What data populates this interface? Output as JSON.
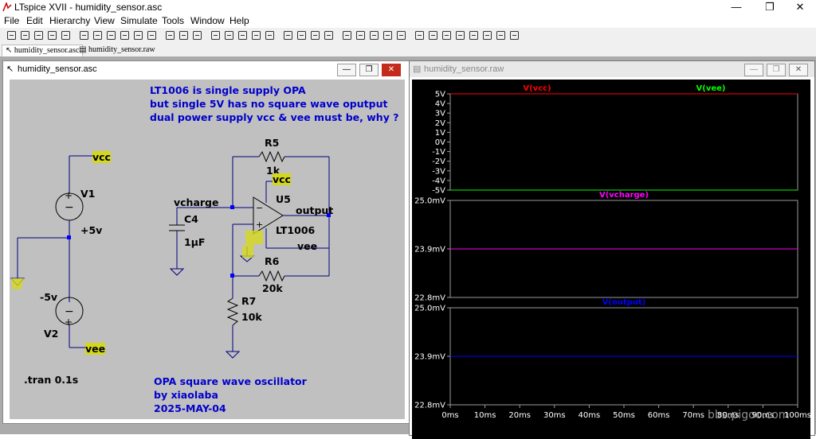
{
  "app": {
    "title": "LTspice XVII - humidity_sensor.asc"
  },
  "window_controls": {
    "minimize": "—",
    "maximize": "❐",
    "close": "✕"
  },
  "menu": [
    "File",
    "Edit",
    "Hierarchy",
    "View",
    "Simulate",
    "Tools",
    "Window",
    "Help"
  ],
  "toolbar_icons": [
    "run-icon",
    "open-icon",
    "save-icon",
    "control-panel-icon",
    "halt-icon",
    "pan-icon",
    "zoom-in-icon",
    "zoom-out-icon",
    "zoom-fit-icon",
    "zoom-cancel-icon",
    "autorange-icon",
    "tile-horizontal-icon",
    "tile-vertical-icon",
    "cascade-icon",
    "cut-icon",
    "copy-icon",
    "paste-icon",
    "find-icon",
    "print-setup-icon",
    "print-icon",
    "pencil-icon",
    "ground-icon",
    "label-icon",
    "resistor-icon",
    "capacitor-icon",
    "inductor-icon",
    "diode-icon",
    "component-icon",
    "move-icon",
    "drag-icon",
    "undo-icon",
    "redo-icon",
    "rotate-icon",
    "mirror-icon",
    "text-icon",
    "spice-directive-icon"
  ],
  "tabs": [
    {
      "label": "humidity_sensor.asc"
    },
    {
      "label": "humidity_sensor.raw"
    }
  ],
  "schematic": {
    "title": "humidity_sensor.asc",
    "note_lines": [
      "LT1006 is single supply OPA",
      "but single 5V has no square wave oputput",
      "dual power supply vcc & vee must be, why ?"
    ],
    "labels": {
      "vcc_top": "vcc",
      "v1": "V1",
      "v1_val": "+5v",
      "vneg": "-5v",
      "v2": "V2",
      "vee_bot": "vee",
      "r5": "R5",
      "r5_val": "1k",
      "vcc_op": "vcc",
      "u5": "U5",
      "output": "output",
      "lt1006": "LT1006",
      "vee_op": "vee",
      "vcharge": "vcharge",
      "c4": "C4",
      "c4_val": "1μF",
      "r6": "R6",
      "r6_val": "20k",
      "r7": "R7",
      "r7_val": "10k",
      "tran": ".tran 0.1s"
    },
    "footer_lines": [
      "OPA square wave oscillator",
      "by xiaolaba",
      "2025-MAY-04"
    ]
  },
  "waveform": {
    "title": "humidity_sensor.raw",
    "panes": [
      {
        "traces": [
          {
            "name": "V(vcc)",
            "color": "#ff0000",
            "value": 5
          },
          {
            "name": "V(vee)",
            "color": "#00ff00",
            "value": -5
          }
        ],
        "y_ticks": [
          "5V",
          "4V",
          "3V",
          "2V",
          "1V",
          "0V",
          "-1V",
          "-2V",
          "-3V",
          "-4V",
          "-5V"
        ]
      },
      {
        "traces": [
          {
            "name": "V(vcharge)",
            "color": "#ff00ff",
            "value": 23.9
          }
        ],
        "y_ticks": [
          "25.0mV",
          "23.9mV",
          "22.8mV"
        ]
      },
      {
        "traces": [
          {
            "name": "V(output)",
            "color": "#0000ff",
            "value": 23.9
          }
        ],
        "y_ticks": [
          "25.0mV",
          "23.9mV",
          "22.8mV"
        ]
      }
    ],
    "x_ticks": [
      "0ms",
      "10ms",
      "20ms",
      "30ms",
      "40ms",
      "50ms",
      "60ms",
      "70ms",
      "80ms",
      "90ms",
      "100ms"
    ]
  },
  "watermark": "bbs.pigoo.com"
}
